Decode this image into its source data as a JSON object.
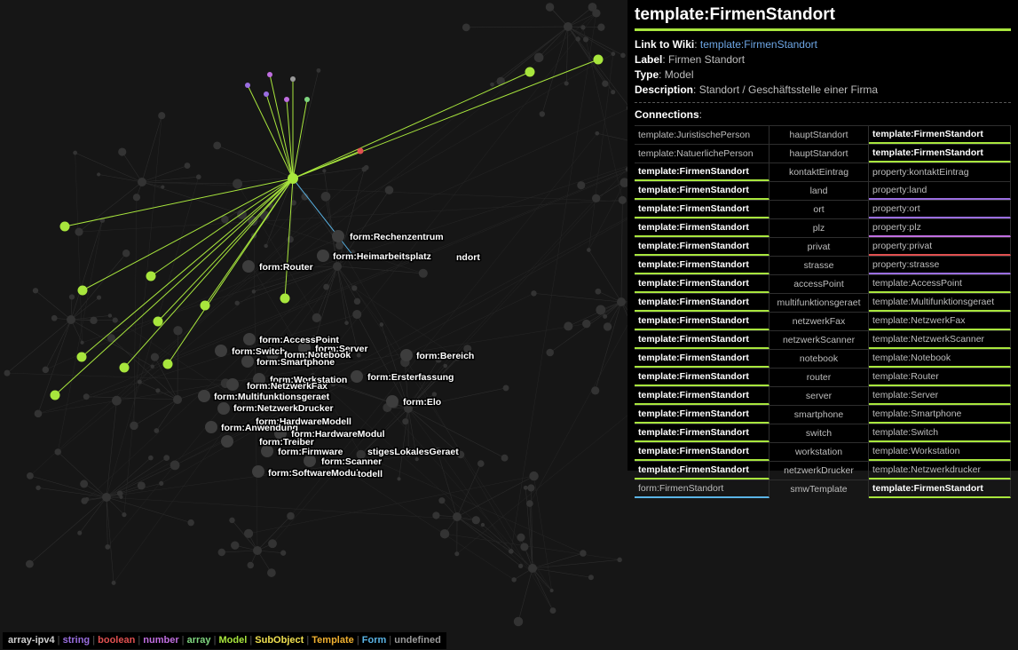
{
  "panel": {
    "title": "template:FirmenStandort",
    "link_label": "Link to Wiki",
    "link_text": "template:FirmenStandort",
    "label_key": "Label",
    "label_value": "Firmen Standort",
    "type_key": "Type",
    "type_value": "Model",
    "description_key": "Description",
    "description_value": "Standort / Geschäftsstelle einer Firma",
    "connections_label": "Connections"
  },
  "connections": [
    {
      "from": "template:JuristischePerson",
      "prop": "hauptStandort",
      "to": "template:FirmenStandort",
      "bold": "to",
      "ul_from": "",
      "ul_to": "model"
    },
    {
      "from": "template:NatuerlichePerson",
      "prop": "hauptStandort",
      "to": "template:FirmenStandort",
      "bold": "to",
      "ul_from": "",
      "ul_to": "model"
    },
    {
      "from": "template:FirmenStandort",
      "prop": "kontaktEintrag",
      "to": "property:kontaktEintrag",
      "bold": "from",
      "ul_from": "model",
      "ul_to": ""
    },
    {
      "from": "template:FirmenStandort",
      "prop": "land",
      "to": "property:land",
      "bold": "from",
      "ul_from": "model",
      "ul_to": "str"
    },
    {
      "from": "template:FirmenStandort",
      "prop": "ort",
      "to": "property:ort",
      "bold": "from",
      "ul_from": "model",
      "ul_to": "str"
    },
    {
      "from": "template:FirmenStandort",
      "prop": "plz",
      "to": "property:plz",
      "bold": "from",
      "ul_from": "model",
      "ul_to": "num"
    },
    {
      "from": "template:FirmenStandort",
      "prop": "privat",
      "to": "property:privat",
      "bold": "from",
      "ul_from": "model",
      "ul_to": "bool"
    },
    {
      "from": "template:FirmenStandort",
      "prop": "strasse",
      "to": "property:strasse",
      "bold": "from",
      "ul_from": "model",
      "ul_to": "str"
    },
    {
      "from": "template:FirmenStandort",
      "prop": "accessPoint",
      "to": "template:AccessPoint",
      "bold": "from",
      "ul_from": "model",
      "ul_to": "model"
    },
    {
      "from": "template:FirmenStandort",
      "prop": "multifunktionsgeraet",
      "to": "template:Multifunktionsgeraet",
      "bold": "from",
      "ul_from": "model",
      "ul_to": "model"
    },
    {
      "from": "template:FirmenStandort",
      "prop": "netzwerkFax",
      "to": "template:NetzwerkFax",
      "bold": "from",
      "ul_from": "model",
      "ul_to": "model"
    },
    {
      "from": "template:FirmenStandort",
      "prop": "netzwerkScanner",
      "to": "template:NetzwerkScanner",
      "bold": "from",
      "ul_from": "model",
      "ul_to": "model"
    },
    {
      "from": "template:FirmenStandort",
      "prop": "notebook",
      "to": "template:Notebook",
      "bold": "from",
      "ul_from": "model",
      "ul_to": "model"
    },
    {
      "from": "template:FirmenStandort",
      "prop": "router",
      "to": "template:Router",
      "bold": "from",
      "ul_from": "model",
      "ul_to": "model"
    },
    {
      "from": "template:FirmenStandort",
      "prop": "server",
      "to": "template:Server",
      "bold": "from",
      "ul_from": "model",
      "ul_to": "model"
    },
    {
      "from": "template:FirmenStandort",
      "prop": "smartphone",
      "to": "template:Smartphone",
      "bold": "from",
      "ul_from": "model",
      "ul_to": "model"
    },
    {
      "from": "template:FirmenStandort",
      "prop": "switch",
      "to": "template:Switch",
      "bold": "from",
      "ul_from": "model",
      "ul_to": "model"
    },
    {
      "from": "template:FirmenStandort",
      "prop": "workstation",
      "to": "template:Workstation",
      "bold": "from",
      "ul_from": "model",
      "ul_to": "model"
    },
    {
      "from": "template:FirmenStandort",
      "prop": "netzwerkDrucker",
      "to": "template:Netzwerkdrucker",
      "bold": "from",
      "ul_from": "model",
      "ul_to": "model"
    },
    {
      "from": "form:FirmenStandort",
      "prop": "smwTemplate",
      "to": "template:FirmenStandort",
      "bold": "to",
      "ul_from": "form",
      "ul_to": "model"
    }
  ],
  "graph_labels": [
    "form:Rechenzentrum",
    "form:Heimarbeitsplatz",
    "ndort",
    "form:Router",
    "form:AccessPoint",
    "form:Switch",
    "form:Server",
    "form:Notebook",
    "form:Smartphone",
    "form:Bereich",
    "form:Workstation",
    "form:Ersterfassung",
    "form:NetzwerkFax",
    "form:Multifunktionsgeraet",
    "form:Elo",
    "form:NetzwerkDrucker",
    "form:HardwareModell",
    "form:Anwendung",
    "form:HardwareModul",
    "form:Treiber",
    "form:Firmware",
    "stigesLokalesGeraet",
    "form:Scanner",
    "form:SoftwareModul",
    "todell"
  ],
  "legend": [
    {
      "label": "array-ipv4",
      "color": "#cfcfcf"
    },
    {
      "label": "string",
      "color": "#9a6ee0"
    },
    {
      "label": "boolean",
      "color": "#e05050"
    },
    {
      "label": "number",
      "color": "#c06ee0"
    },
    {
      "label": "array",
      "color": "#7fd67f"
    },
    {
      "label": "Model",
      "color": "#a8e63d"
    },
    {
      "label": "SubObject",
      "color": "#f0e050"
    },
    {
      "label": "Template",
      "color": "#f0b030"
    },
    {
      "label": "Form",
      "color": "#5ab4e6"
    },
    {
      "label": "undefined",
      "color": "#9a9a9a"
    }
  ],
  "colors": {
    "model": "#a8e63d",
    "form": "#5ab4e6",
    "boolean": "#e05050",
    "string": "#9a6ee0",
    "number": "#c06ee0",
    "node": "#3a3a3a"
  }
}
